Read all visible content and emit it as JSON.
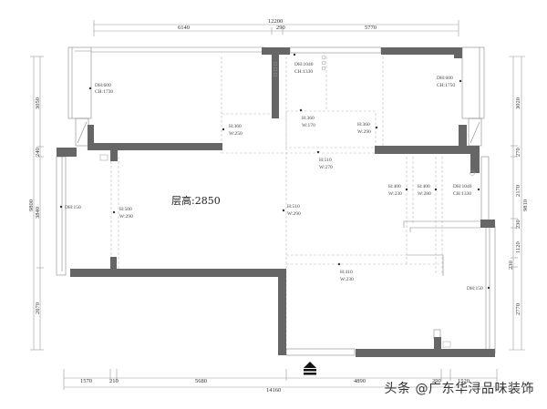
{
  "floor_plan": {
    "ceiling_height_label": "层高:2850",
    "dimensions": {
      "top_total": "12200",
      "top_segments": [
        "6140",
        "290",
        "5770"
      ],
      "bottom_total": "14160",
      "bottom_segments": [
        "1570",
        "210",
        "5680",
        "4890",
        "290",
        "1520"
      ],
      "left_total": "9800",
      "left_segments": [
        "3050",
        "240",
        "3840",
        "2670"
      ],
      "right_total": "9810",
      "right_segments": [
        "3020",
        "270",
        "2170",
        "230",
        "1120",
        "230",
        "2770"
      ]
    },
    "annotations": [
      {
        "id": "window-nw",
        "line1": "DH:600",
        "line2": "CH:1730"
      },
      {
        "id": "window-n-center",
        "line1": "DH:1040",
        "line2": "CH:1330"
      },
      {
        "id": "window-ne",
        "line1": "DH:600",
        "line2": "CH:1750"
      },
      {
        "id": "beam-1",
        "line1": "H:360",
        "line2": "W:250"
      },
      {
        "id": "beam-2",
        "line1": "H:360",
        "line2": "W:170"
      },
      {
        "id": "beam-3",
        "line1": "H:360",
        "line2": "W:290"
      },
      {
        "id": "beam-4",
        "line1": "H:510",
        "line2": "W:270"
      },
      {
        "id": "beam-5",
        "line1": "H:400",
        "line2": "W:230"
      },
      {
        "id": "beam-6",
        "line1": "H:400",
        "line2": "W:280"
      },
      {
        "id": "window-e",
        "line1": "DH:1040",
        "line2": "CH:1330"
      },
      {
        "id": "door-w",
        "line1": "DH:150",
        "line2": ""
      },
      {
        "id": "beam-7",
        "line1": "H:500",
        "line2": "W:290"
      },
      {
        "id": "beam-8",
        "line1": "H:510",
        "line2": "W:290"
      },
      {
        "id": "beam-9",
        "line1": "H:410",
        "line2": "W:230"
      },
      {
        "id": "door-se",
        "line1": "DH:150",
        "line2": ""
      }
    ],
    "entrance_icon": "entrance-arrow-icon"
  },
  "watermark": "头条 @广东华浔品味装饰"
}
